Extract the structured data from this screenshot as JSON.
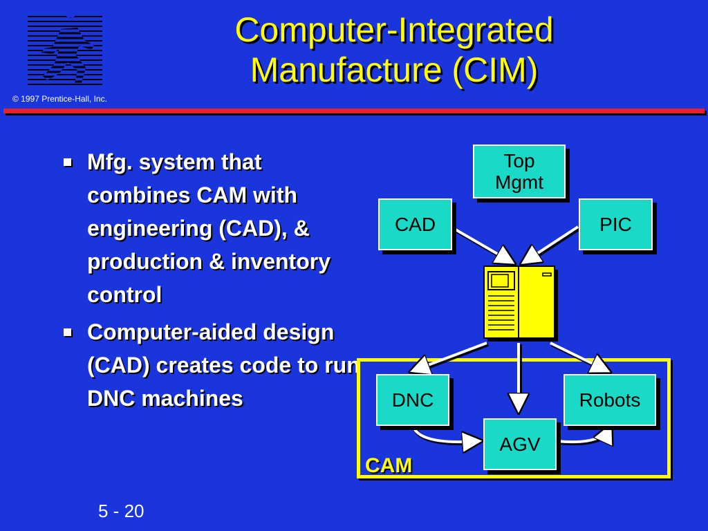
{
  "copyright": "© 1997 Prentice-Hall, Inc.",
  "title": {
    "line1": "Computer-Integrated",
    "line2": "Manufacture (CIM)"
  },
  "bullets": [
    "Mfg. system that combines CAM with engineering (CAD), & production & inventory control",
    "Computer-aided design (CAD) creates code to run DNC machines"
  ],
  "diagram": {
    "top_mgmt_line1": "Top",
    "top_mgmt_line2": "Mgmt",
    "cad": "CAD",
    "pic": "PIC",
    "dnc": "DNC",
    "robots": "Robots",
    "agv": "AGV",
    "cam_label": "CAM"
  },
  "page_number": "5 - 20",
  "colors": {
    "background": "#1b35dd",
    "title": "#ffff00",
    "divider": "#e8202c",
    "box": "#1ad9c6",
    "computer": "#ffff00",
    "cam_frame": "#ffff00"
  }
}
